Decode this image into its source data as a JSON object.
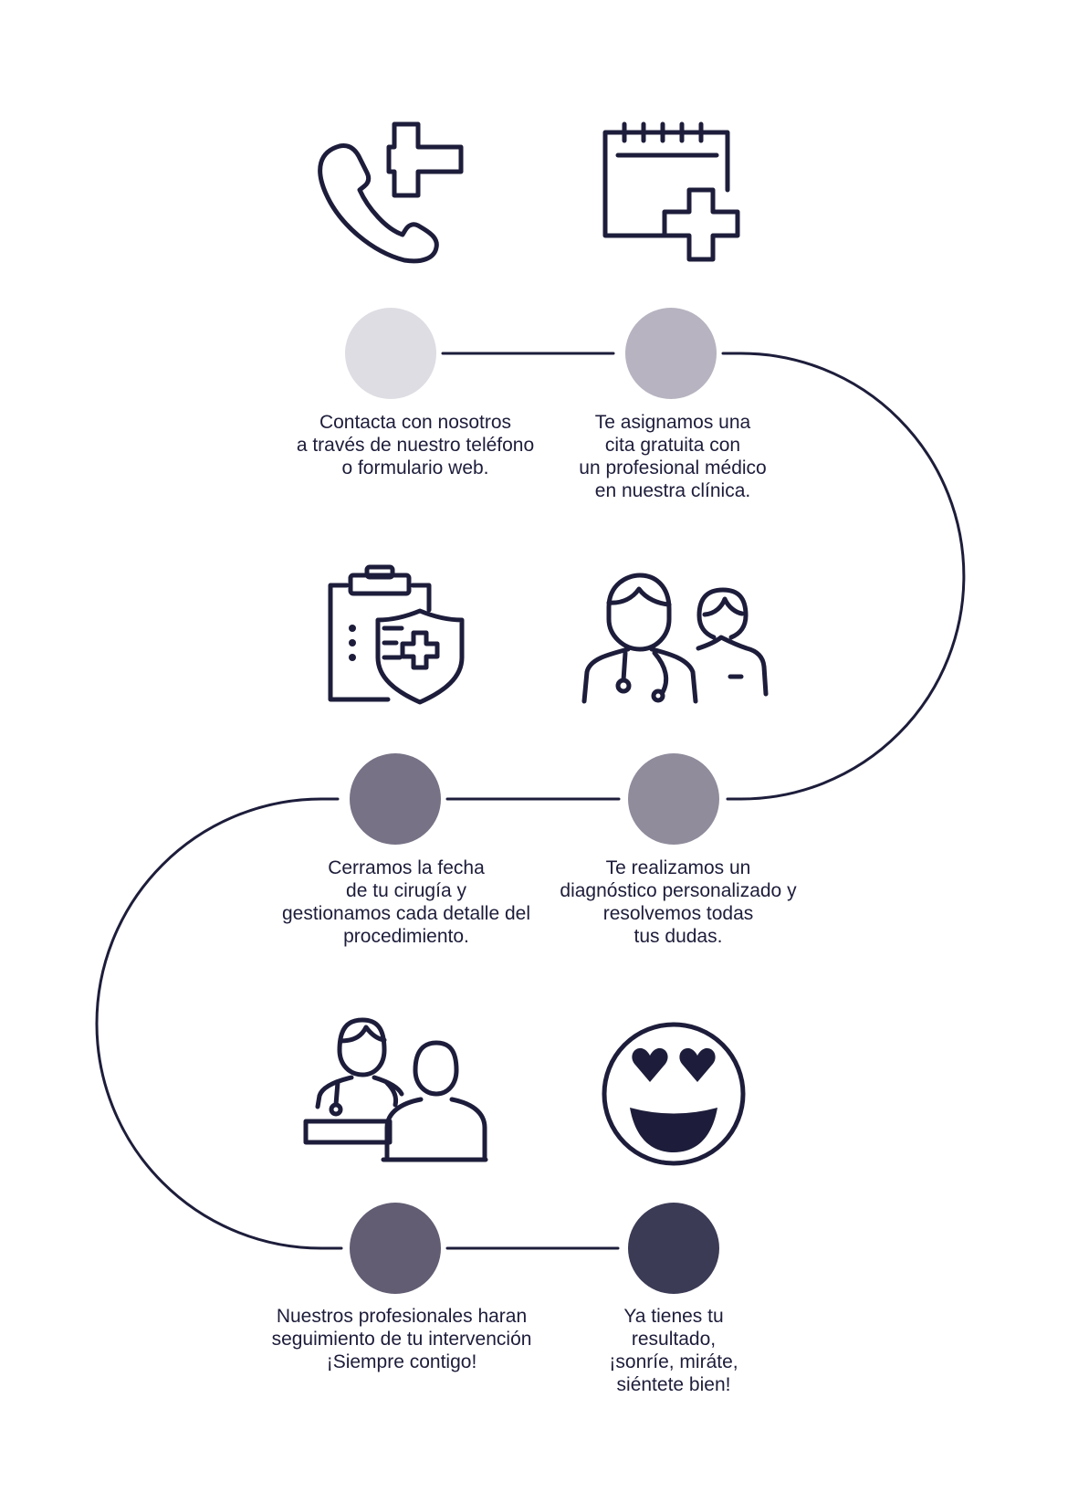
{
  "colors": {
    "ink": "#1d1d3b",
    "circles": [
      "#dedde3",
      "#b7b3c0",
      "#908c9c",
      "#777285",
      "#625d73",
      "#3c3b56"
    ]
  },
  "steps": [
    {
      "icon": "phone-plus-icon",
      "color": "#dedde3",
      "lines": [
        "Contacta con nosotros",
        "a través de nuestro teléfono",
        "o formulario web."
      ]
    },
    {
      "icon": "calendar-plus-icon",
      "color": "#b7b3c0",
      "lines": [
        "Te asignamos una",
        "cita gratuita con",
        "un profesional médico",
        "en nuestra clínica."
      ]
    },
    {
      "icon": "doctors-icon",
      "color": "#908c9c",
      "lines": [
        "Te realizamos un",
        "diagnóstico personalizado y",
        "resolvemos todas",
        "tus dudas."
      ]
    },
    {
      "icon": "clipboard-shield-icon",
      "color": "#777285",
      "lines": [
        "Cerramos la fecha",
        "de tu cirugía y",
        "gestionamos cada detalle del",
        "procedimiento."
      ]
    },
    {
      "icon": "doctor-patient-icon",
      "color": "#625d73",
      "lines": [
        "Nuestros profesionales haran",
        "seguimiento de tu intervención",
        "¡Siempre contigo!"
      ]
    },
    {
      "icon": "heart-eyes-smiley-icon",
      "color": "#3c3b56",
      "lines": [
        "Ya tienes tu",
        "resultado,",
        "¡sonríe, miráte,",
        "siéntete bien!"
      ]
    }
  ]
}
